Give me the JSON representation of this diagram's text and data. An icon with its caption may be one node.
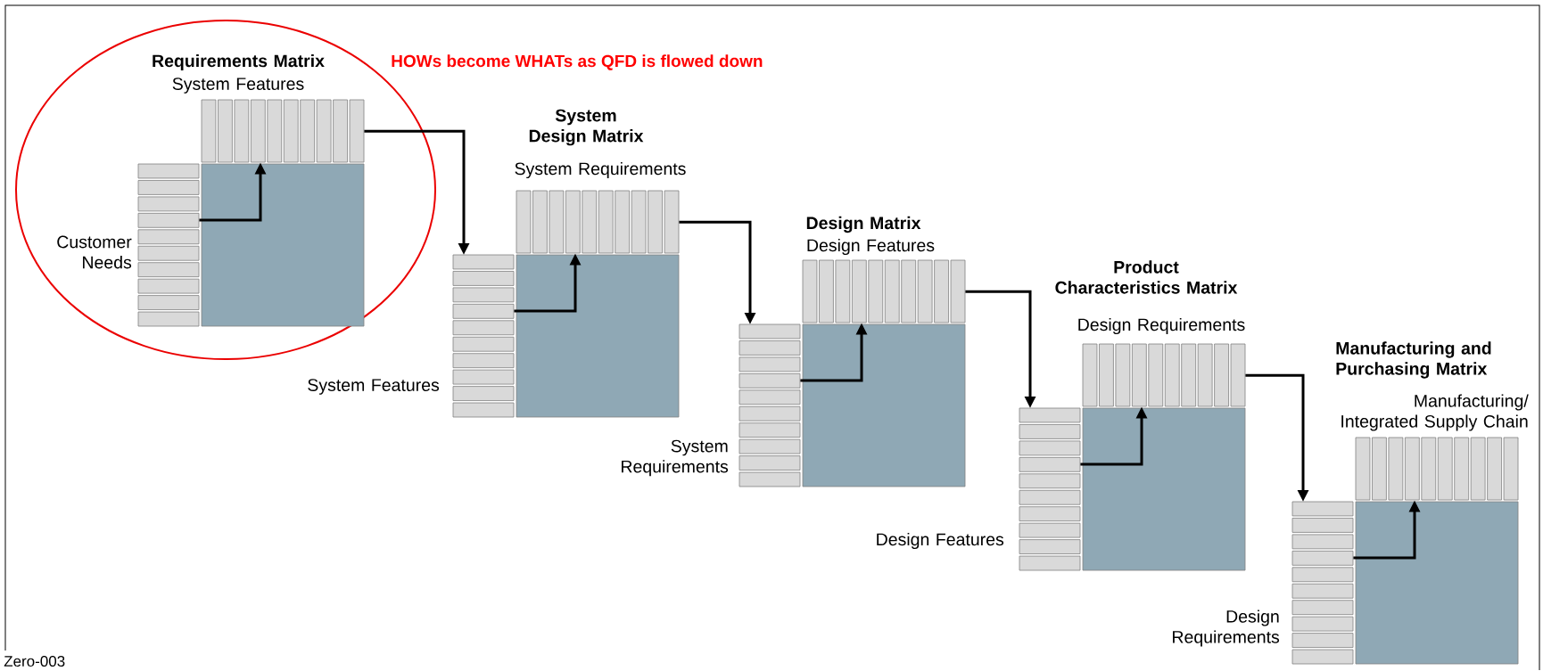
{
  "diagram": {
    "nodes": [
      {
        "text": [
          "Requirements Matrix",
          "System Features"
        ]
      },
      {
        "text": [
          "Customer Needs"
        ]
      },
      {
        "text": [
          "System Design Matrix",
          "System Requirements"
        ]
      },
      {
        "text": [
          "System Features"
        ]
      },
      {
        "text": [
          "Design Matrix",
          "Design Features"
        ]
      },
      {
        "text": [
          "System Requirements"
        ]
      },
      {
        "text": [
          "Product Characteristics Matrix",
          "Design Requirements"
        ]
      },
      {
        "text": [
          "Design Features"
        ]
      },
      {
        "text": [
          "Manufacturing and Purchasing Matrix",
          "Manufacturing/ Integrated Supply Chain"
        ]
      },
      {
        "text": [
          "Design Requirements"
        ]
      }
    ],
    "edges": [
      {
        "from": 1,
        "to": 0,
        "arrow": "to"
      },
      {
        "from": 0,
        "to": 3,
        "arrow": "to"
      },
      {
        "from": 3,
        "to": 2,
        "arrow": "to"
      },
      {
        "from": 2,
        "to": 5,
        "arrow": "to"
      },
      {
        "from": 5,
        "to": 4,
        "arrow": "to"
      },
      {
        "from": 4,
        "to": 7,
        "arrow": "to"
      },
      {
        "from": 7,
        "to": 6,
        "arrow": "to"
      },
      {
        "from": 6,
        "to": 9,
        "arrow": "to"
      },
      {
        "from": 9,
        "to": 8,
        "arrow": "to"
      }
    ],
    "labels": [
      "HOWs become WHATs as QFD is flowed down",
      "Zero-003"
    ]
  }
}
